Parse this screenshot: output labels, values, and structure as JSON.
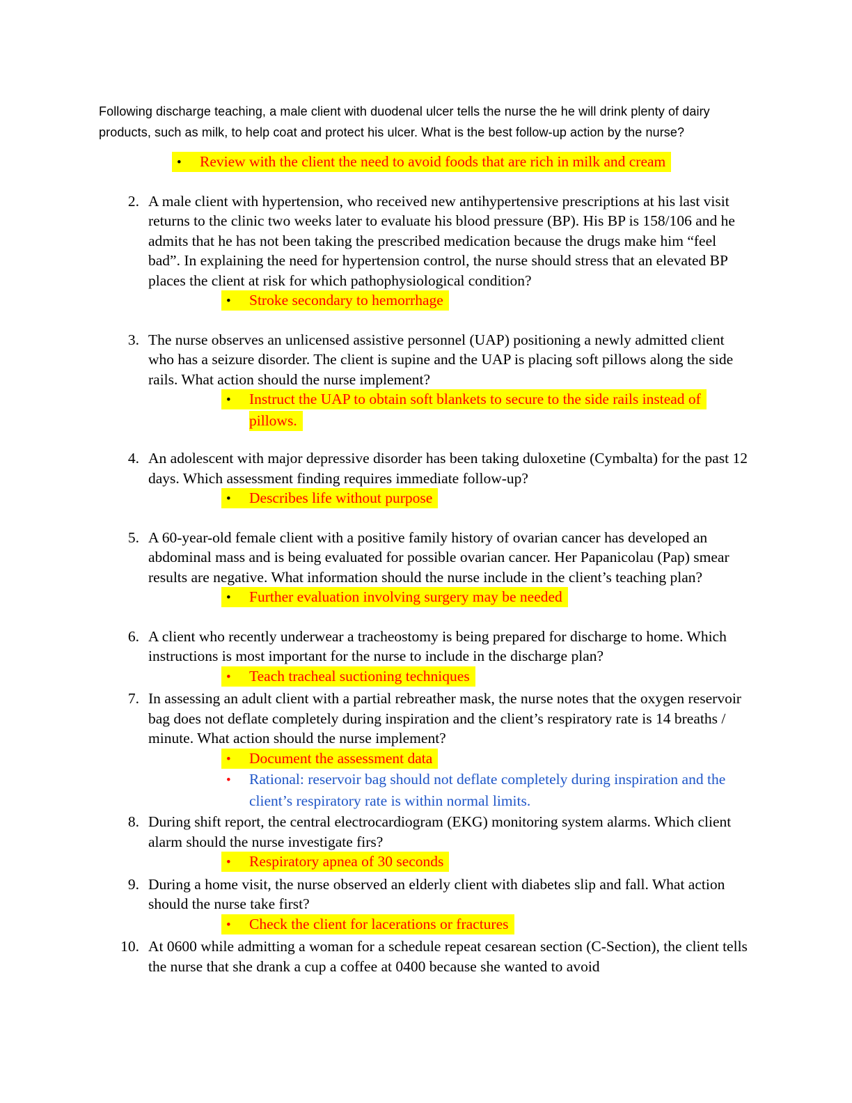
{
  "colors": {
    "highlight_yellow": "#ffff00",
    "answer_red": "#ff0000",
    "rational_blue": "#1f56c8",
    "body_black": "#000000",
    "paper_white": "#ffffff"
  },
  "doc": {
    "intro": {
      "text": "Following discharge teaching, a male client with duodenal ulcer tells the nurse the he will drink plenty of dairy products, such as milk, to help coat and protect his ulcer. What is the best follow-up action by the nurse?",
      "answer": "Review with the client the need to avoid foods that are rich in milk and cream"
    },
    "bullet_glyph": "•",
    "questions": [
      {
        "number": "2.",
        "text": "A male client with hypertension, who received new antihypertensive prescriptions at his last visit returns to the clinic two weeks later to evaluate his blood pressure (BP). His BP is 158/106 and he admits that he has not been taking the prescribed medication because the drugs make him “feel bad”. In explaining the need for hypertension control, the nurse should stress that an elevated BP places the client at risk for which pathophysiological condition?",
        "answer": "Stroke secondary to hemorrhage"
      },
      {
        "number": "3.",
        "text": "The nurse observes an unlicensed assistive personnel (UAP) positioning a newly admitted client who has a seizure disorder. The client is supine and the UAP is placing soft pillows along the side rails. What action should the nurse implement?",
        "answer": "Instruct the UAP to obtain soft blankets to secure to the side rails instead of pillows."
      },
      {
        "number": "4.",
        "text": "An adolescent with major depressive disorder has been taking duloxetine (Cymbalta) for the past 12 days. Which assessment finding requires immediate follow-up?",
        "answer": "Describes life without purpose"
      },
      {
        "number": "5.",
        "text": "A 60-year-old female client with a positive family history of ovarian cancer has developed an abdominal mass and is being evaluated for possible ovarian cancer. Her Papanicolau (Pap) smear results are negative. What information should the nurse include in the client’s teaching plan?",
        "answer": "Further evaluation involving surgery may be needed"
      },
      {
        "number": "6.",
        "text": "A client who recently underwear a tracheostomy is being prepared for discharge to home. Which instructions is most important for the nurse to include in the discharge plan?",
        "answer": "Teach tracheal suctioning techniques"
      },
      {
        "number": "7.",
        "text": "In assessing an adult client with a partial rebreather mask, the nurse notes that the oxygen reservoir bag does not deflate completely during inspiration and the client’s respiratory rate is 14 breaths / minute. What action should the nurse implement?",
        "answer": "Document the assessment data",
        "rational": "Rational: reservoir bag should not deflate completely during inspiration and the client’s respiratory rate is within normal limits."
      },
      {
        "number": "8.",
        "text": "During shift report, the central electrocardiogram (EKG) monitoring system alarms. Which client alarm should the nurse investigate firs?",
        "answer": "Respiratory apnea of 30 seconds"
      },
      {
        "number": "9.",
        "text": "During a home visit, the nurse observed an elderly client with diabetes slip and fall. What action should the nurse take first?",
        "answer": "Check the client for lacerations or fractures"
      },
      {
        "number": "10.",
        "text": "At 0600 while admitting a woman for a schedule repeat cesarean section (C-Section), the client tells the nurse that she drank a cup a coffee at 0400 because she wanted to avoid"
      }
    ]
  }
}
